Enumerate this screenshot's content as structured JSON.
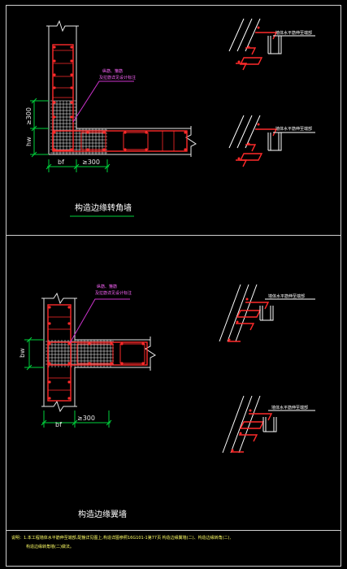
{
  "top": {
    "title": "构造边缘转角墙",
    "callout_line1": "纵筋、箍筋",
    "callout_line2": "及拉筋详见设计标注",
    "dim_left": "≥300",
    "dim_hw": "hw",
    "dim_bf": "bf",
    "dim_bottom": "≥300",
    "detail1_label": "墙体水平筋伸至端部",
    "detail2_label": "墙体水平筋伸至端部"
  },
  "bottom": {
    "title": "构造边缘翼墙",
    "callout_line1": "纵筋、箍筋",
    "callout_line2": "及拉筋详见设计标注",
    "dim_bw": "bw",
    "dim_bf": "bf",
    "dim_bottom": "≥300",
    "detail1_label": "墙体水平筋伸至端部",
    "detail2_label": "墙体水平筋伸至端部"
  },
  "footer": {
    "note_line1": "说明：1.本工程墙体水平筋伸至端部,配箍详见图上,构造详图参照16G101-1第77页 构造边缘翼墙(二)、构造边缘转角(二),",
    "note_line2": "构造边缘转角墙(二)做法。"
  },
  "colors": {
    "background": "#000000",
    "rebar": "#ff2a2a",
    "dimension": "#00d23c",
    "leader": "#cc33cc",
    "note": "#ffff66"
  }
}
